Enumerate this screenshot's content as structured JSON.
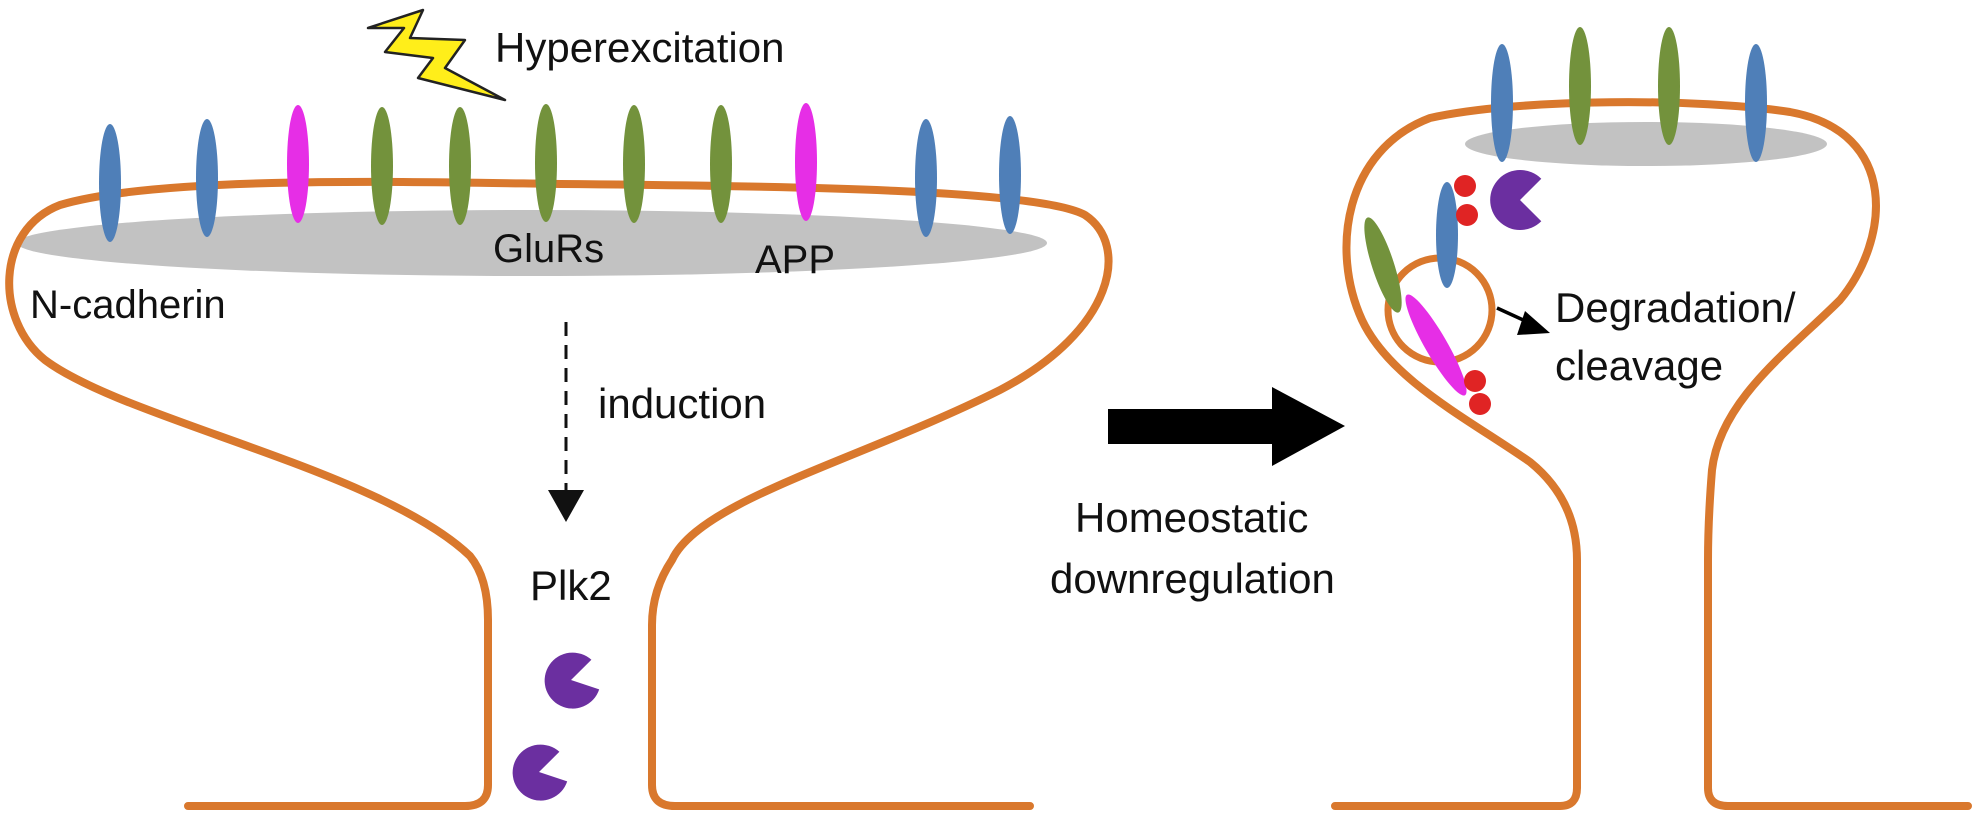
{
  "labels": {
    "hyperexcitation": "Hyperexcitation",
    "glurs": "GluRs",
    "app": "APP",
    "n_cadherin": "N-cadherin",
    "induction": "induction",
    "plk2": "Plk2",
    "homeostatic_line1": "Homeostatic",
    "homeostatic_line2": "downregulation",
    "degradation_line1": "Degradation/",
    "degradation_line2": "cleavage"
  },
  "colors": {
    "membrane": "#d9782d",
    "psd": "#c2c2c2",
    "n_cadherin": "#4f7fb8",
    "glur": "#73923c",
    "app": "#e62ee6",
    "plk2": "#6b2fa0",
    "phosphate": "#e02424",
    "lightning": "#ffee1a",
    "arrow": "#000000"
  },
  "icons": {
    "lightning": "lightning-bolt-icon",
    "plk2": "pacman-kinase-icon",
    "phosphate": "phosphate-dot-icon"
  }
}
